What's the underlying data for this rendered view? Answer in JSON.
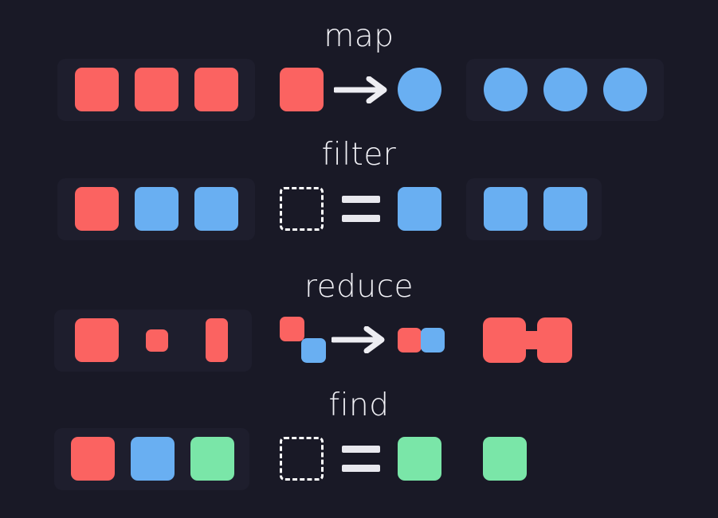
{
  "diagram": {
    "title_color": "#F0F0F5",
    "background_color": "#191926",
    "tray_color": "#1E1E2D",
    "palette": {
      "red": "#FB6361",
      "blue": "#69AFF2",
      "green": "#7AE6A8",
      "white": "#FFFFFF"
    },
    "rows": [
      {
        "id": "map",
        "title": "map",
        "operator_icon": "arrow-right-icon",
        "input_items": [
          "red-square",
          "red-square",
          "red-square"
        ],
        "rule": {
          "from": "red-square",
          "to": "blue-circle"
        },
        "output_items": [
          "blue-circle",
          "blue-circle",
          "blue-circle"
        ],
        "output_has_tray": true
      },
      {
        "id": "filter",
        "title": "filter",
        "operator_icon": "equals-icon",
        "input_items": [
          "red-square",
          "blue-square",
          "blue-square"
        ],
        "rule": {
          "from": "dashed-square",
          "to": "blue-square"
        },
        "output_items": [
          "blue-square",
          "blue-square"
        ],
        "output_has_tray": true
      },
      {
        "id": "reduce",
        "title": "reduce",
        "operator_icon": "arrow-right-icon",
        "input_items": [
          "red-large-square",
          "red-small-square",
          "red-tall-rect"
        ],
        "rule": {
          "from": "red-square-plus-blue-square",
          "to": "red-blue-joined-pair"
        },
        "output_items": [
          "red-dumbbell"
        ],
        "output_has_tray": false
      },
      {
        "id": "find",
        "title": "find",
        "operator_icon": "equals-icon",
        "input_items": [
          "red-square",
          "blue-square",
          "green-square"
        ],
        "rule": {
          "from": "dashed-square",
          "to": "green-square"
        },
        "output_items": [
          "green-square"
        ],
        "output_has_tray": false
      }
    ]
  }
}
